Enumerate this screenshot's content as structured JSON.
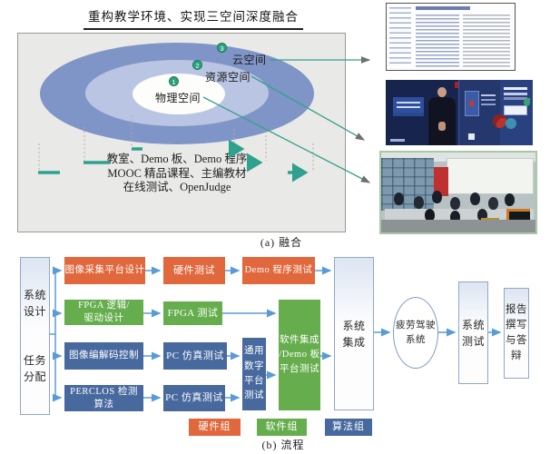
{
  "figure": {
    "title": "重构教学环境、实现三空间深度融合",
    "caption_a": "(a) 融合",
    "caption_b": "(b) 流程"
  },
  "fusion": {
    "spaces": [
      {
        "num": "3",
        "label": "云空间"
      },
      {
        "num": "2",
        "label": "资源空间"
      },
      {
        "num": "1",
        "label": "物理空间"
      }
    ],
    "notes": {
      "line1": "教室、Demo 板、Demo 程序",
      "line2": "MOOC 精品课程、主编教材",
      "line3": "在线测试、OpenJudge"
    }
  },
  "flow": {
    "left_box": {
      "top": "系统\n设计",
      "bottom": "任务\n分配"
    },
    "hw_row": {
      "b1": "图像采集平台设计",
      "b2": "硬件测试",
      "b3": "Demo 程序测试"
    },
    "sw_row": {
      "b1": "FPGA 逻辑/\n驱动设计",
      "b2": "FPGA 测试"
    },
    "algo_row1": {
      "b1": "图像编解码控制",
      "b2": "PC 仿真测试"
    },
    "algo_row2": {
      "b1": "PERCLOS 检测\n算法",
      "b2": "PC 仿真测试"
    },
    "digital_platform": "通用\n数字\n平台\n测试",
    "sw_integration": "软件集成\n/Demo 板\n平台测试",
    "sys_integration": "系统\n集成",
    "fatigue_system": "疲劳驾驶\n系统",
    "sys_test": "系统\n测试",
    "report": "报告\n撰写\n与答\n辩",
    "legend": [
      {
        "label": "硬件组",
        "color": "#E0683C"
      },
      {
        "label": "软件组",
        "color": "#66AE4D"
      },
      {
        "label": "算法组",
        "color": "#47699E"
      }
    ]
  },
  "colors": {
    "hardware_group": "#E0683C",
    "software_group": "#66AE4D",
    "algorithm_group": "#47699E",
    "flow_arrow": "#5B9BD5",
    "teal_arrow": "#2EA28E",
    "ring_outer": "#8095C7",
    "ring_middle": "#B9C5E3",
    "ring_inner": "#FDFDFC"
  }
}
